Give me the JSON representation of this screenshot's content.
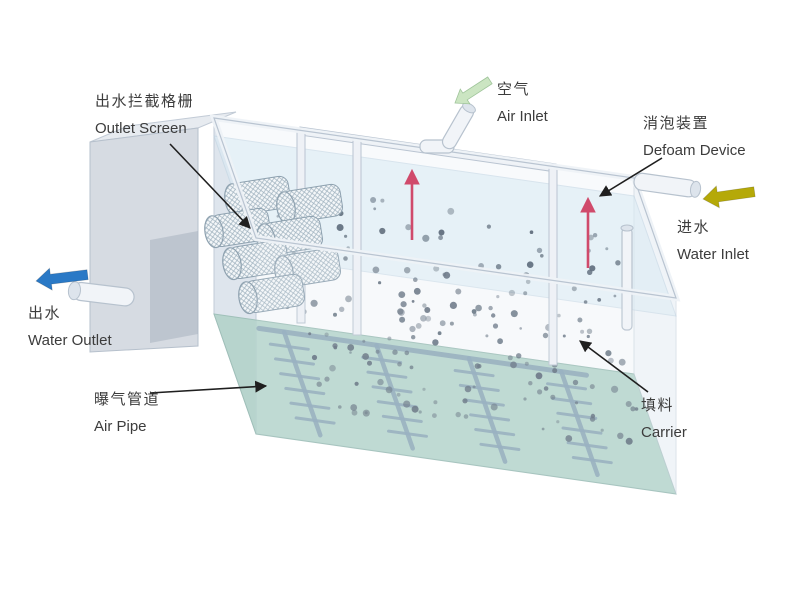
{
  "labels": {
    "outlet_screen": {
      "zh": "出水拦截格栅",
      "en": "Outlet Screen"
    },
    "air_inlet": {
      "zh": "空气",
      "en": "Air Inlet"
    },
    "defoam_device": {
      "zh": "消泡装置",
      "en": "Defoam Device"
    },
    "water_inlet": {
      "zh": "进水",
      "en": "Water Inlet"
    },
    "water_outlet": {
      "zh": "出水",
      "en": "Water Outlet"
    },
    "air_pipe": {
      "zh": "曝气管道",
      "en": "Air Pipe"
    },
    "carrier": {
      "zh": "填料",
      "en": "Carrier"
    }
  },
  "colors": {
    "water_outlet_arrow": "#2a79c6",
    "water_inlet_arrow": "#b5a908",
    "air_inlet_arrow": "#cbe5c2",
    "defoam_spray": "#d04a6b",
    "leader": "#1f1f1f",
    "label_text": "#3c3c3c",
    "floor": "#b5d4cc",
    "pipe": "#8ea9ba",
    "carrier_dot": "#5f6d7c"
  },
  "diagram": {
    "kind": "aeration-tank-schematic",
    "carrier_dot_count": 175
  }
}
